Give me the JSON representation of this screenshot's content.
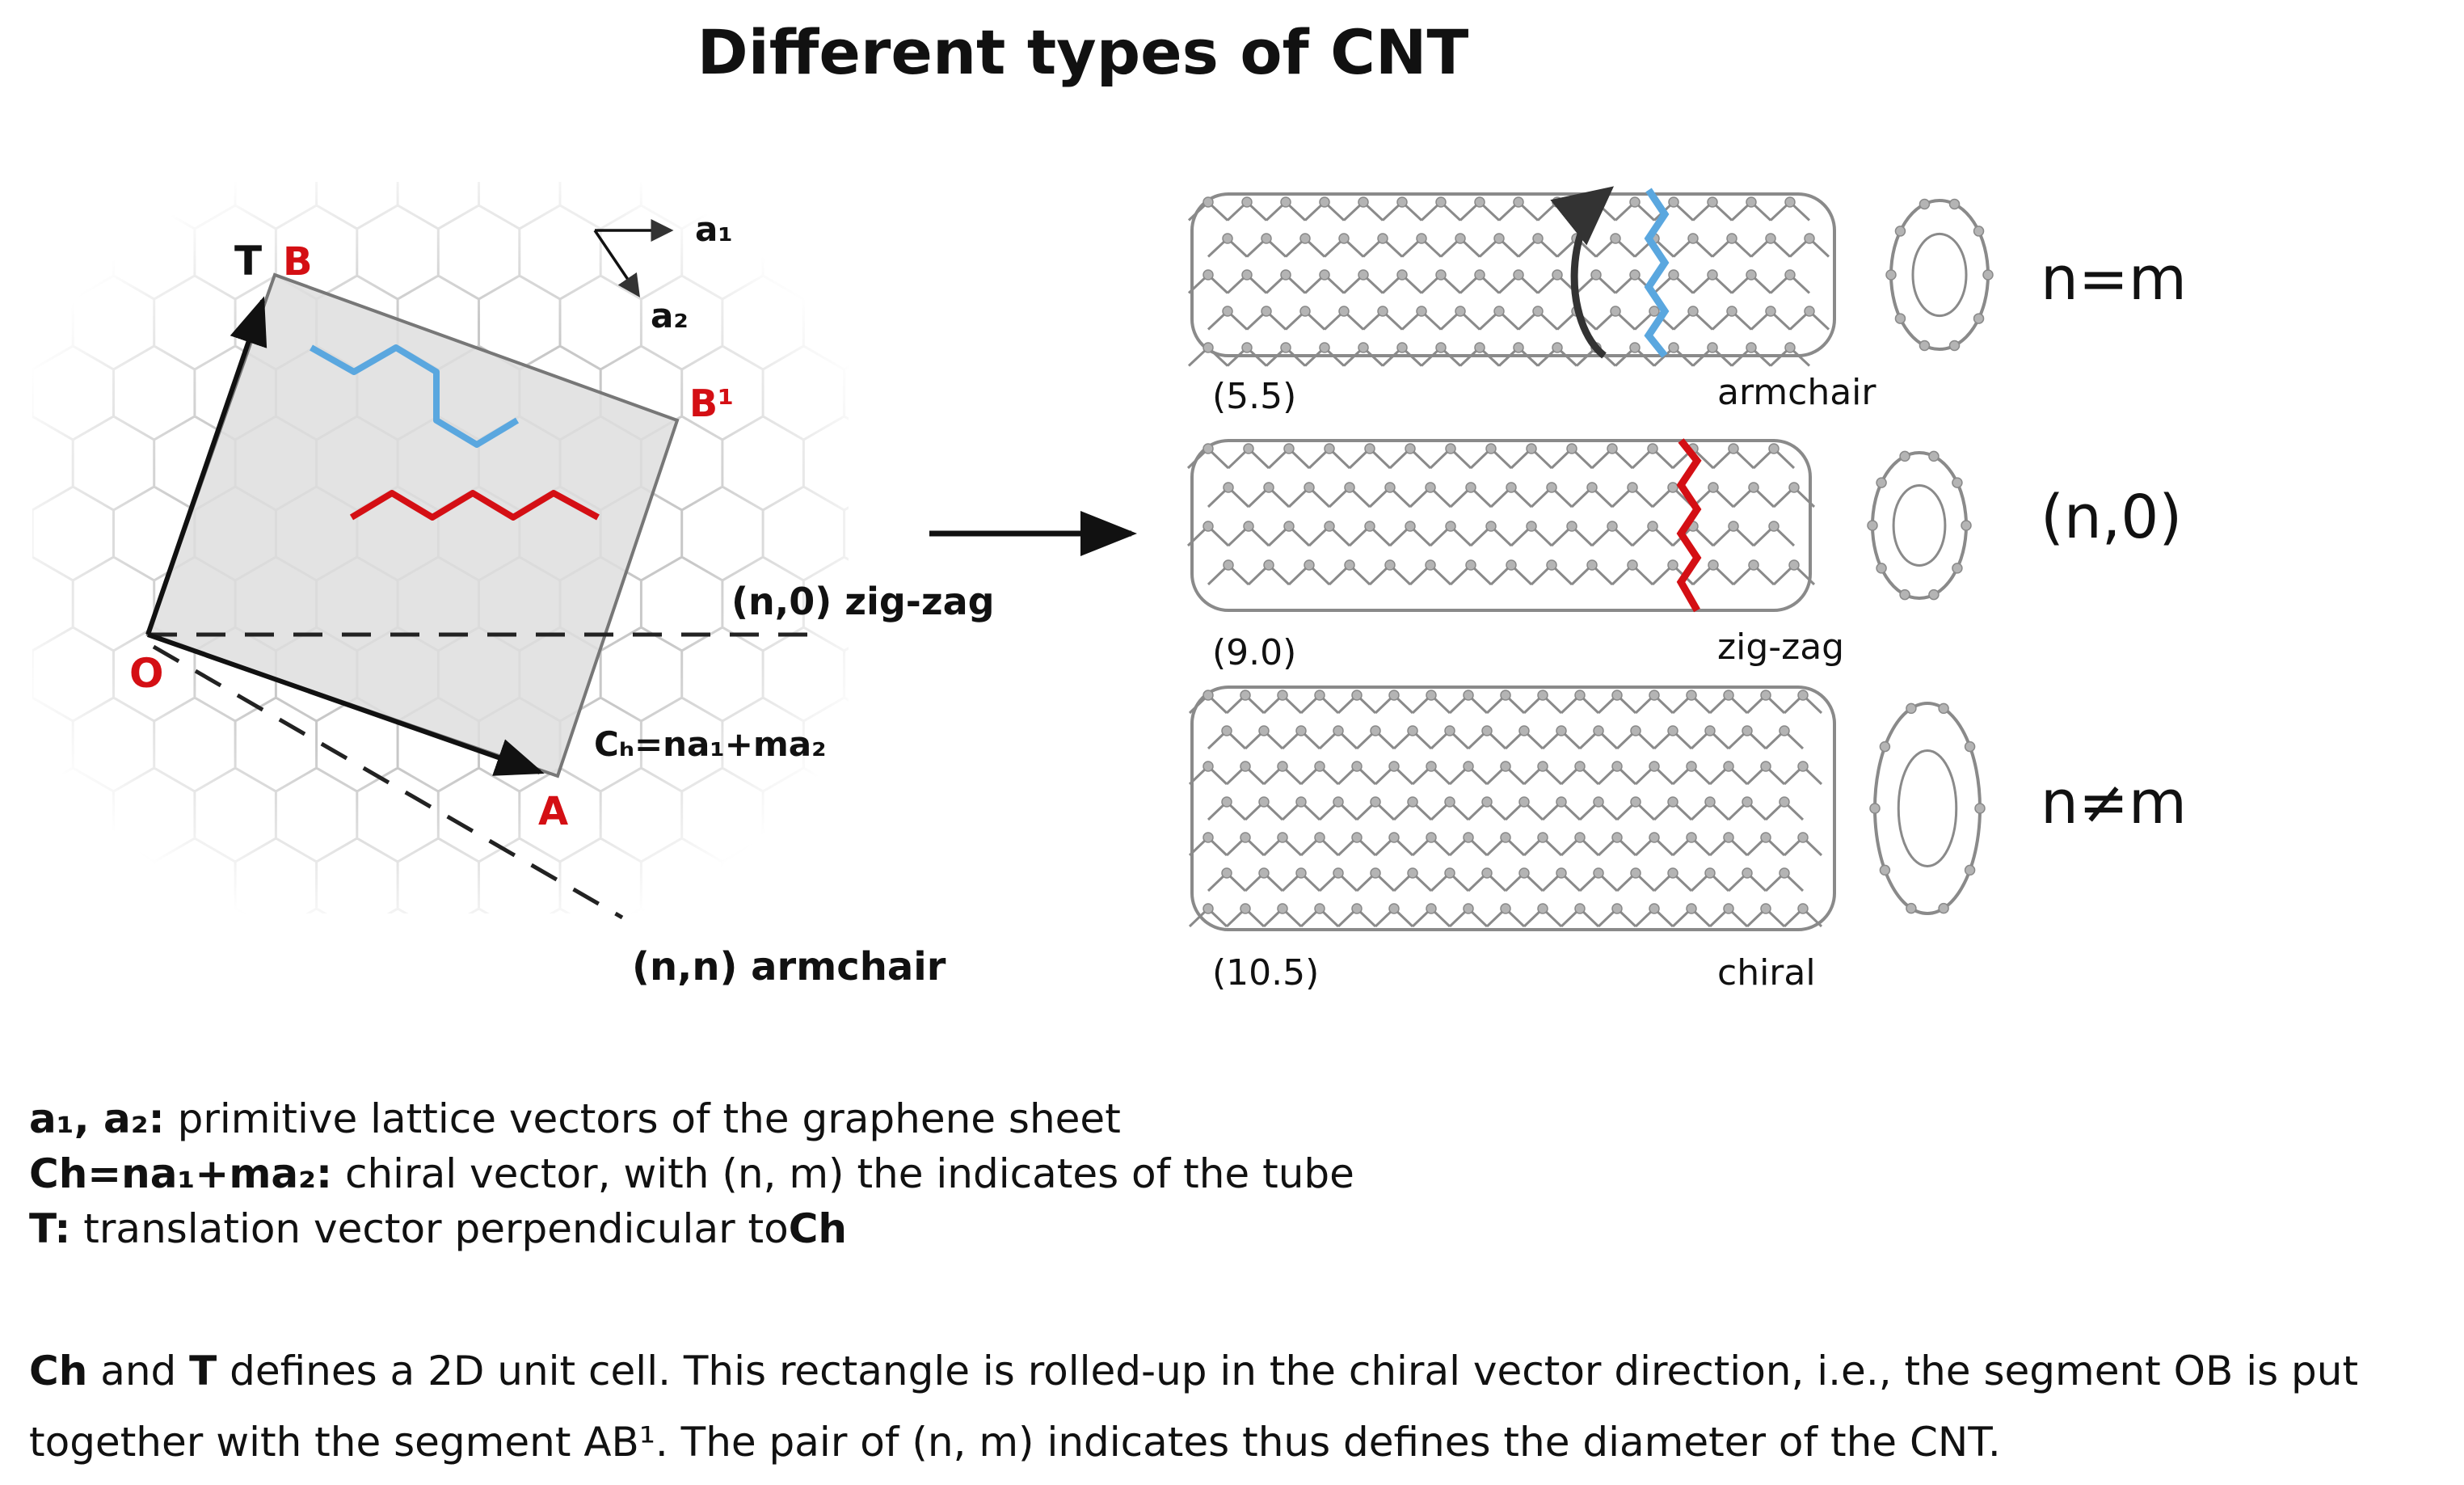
{
  "title": "Different types of CNT",
  "lattice": {
    "label_T": "T",
    "label_B": "B",
    "label_B1": "B¹",
    "label_O": "O",
    "label_A": "A",
    "label_a1": "a₁",
    "label_a2": "a₂",
    "label_zigzag_line": "(n,0) zig-zag",
    "label_armchair_line": "(n,n) armchair",
    "label_ch": "Cₕ=na₁+ma₂"
  },
  "tubes": [
    {
      "index": "(5.5)",
      "type": "armchair",
      "rule": "n=m",
      "highlight": "#5aa7df"
    },
    {
      "index": "(9.0)",
      "type": "zig-zag",
      "rule": "(n,0)",
      "highlight": "#d40f14"
    },
    {
      "index": "(10.5)",
      "type": "chiral",
      "rule": "n≠m",
      "highlight": ""
    }
  ],
  "colors": {
    "red": "#d40f14",
    "blue": "#5aa7df",
    "hex_grid": "#c8c8c8",
    "cell_fill": "#e0e0e0",
    "atom": "#b4b4b4"
  },
  "legend": {
    "line1_term": "a₁, a₂:",
    "line1_text": " primitive lattice vectors of the graphene sheet",
    "line2_term": "Ch=na₁+ma₂:",
    "line2_text": " chiral vector, with (n, m) the indicates of the tube",
    "line3_term": "T:",
    "line3_text": " translation vector perpendicular to",
    "line3_end": "Ch"
  },
  "paragraph": {
    "b1": "Ch",
    "t1": " and ",
    "b2": "T",
    "t2": " defines a 2D unit cell. This rectangle is rolled-up in the chiral vector direction, i.e., the segment OB is put together with the segment AB¹. The pair of (n, m) indicates thus defines the diameter of the CNT."
  }
}
